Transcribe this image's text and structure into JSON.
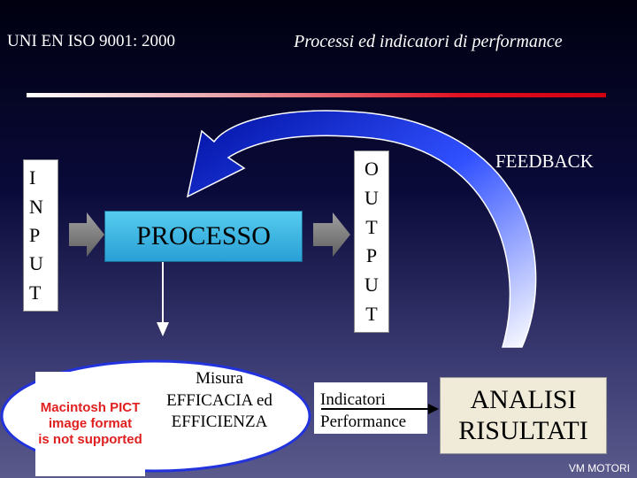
{
  "header": {
    "left_title": "UNI EN ISO 9001: 2000",
    "right_title": "Processi ed indicatori di performance"
  },
  "diagram": {
    "input_letters": [
      "I",
      "N",
      "P",
      "U",
      "T"
    ],
    "output_letters": [
      "O",
      "U",
      "T",
      "P",
      "U",
      "T"
    ],
    "process_label": "PROCESSO",
    "feedback_label": "FEEDBACK",
    "misura_lines": [
      "Misura",
      "EFFICACIA ed",
      "EFFICIENZA"
    ],
    "indicatori_lines": [
      "Indicatori",
      "Performance"
    ],
    "analisi_lines": [
      "ANALISI",
      "RISULTATI"
    ],
    "pict_placeholder_lines": [
      "Macintosh PICT",
      "image format",
      "is not supported"
    ]
  },
  "footer": {
    "credit": "VM MOTORI"
  },
  "colors": {
    "process_fill": "#2a9fd6",
    "title_bar_red": "#e01020",
    "feedback_arrow": "#1020c0",
    "ellipse_outline": "#2233dd"
  }
}
